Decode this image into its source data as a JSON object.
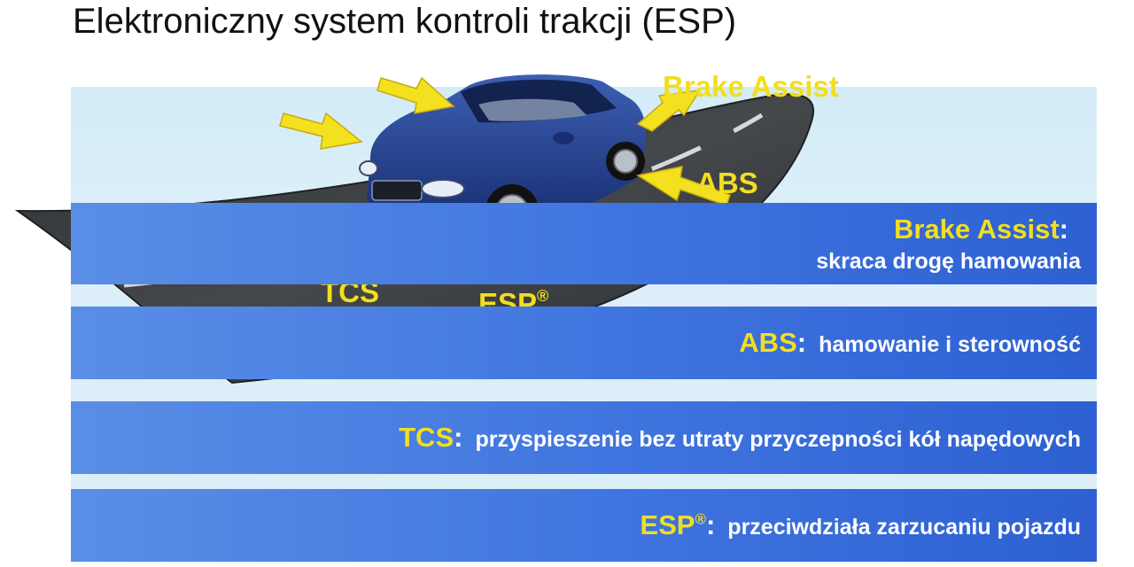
{
  "title": "Elektroniczny system kontroli trakcji (ESP)",
  "colors": {
    "accent": "#f2de1e",
    "band": "#3f74df",
    "road": "#3a3d40",
    "car": "#1e3a8a"
  },
  "diagram_labels": {
    "brake_assist": "Brake Assist",
    "abs": "ABS",
    "tcs": "TCS",
    "esp": "ESP",
    "registered": "®"
  },
  "bands": {
    "brake_assist": {
      "acronym": "Brake Assist",
      "colon": ":",
      "description": "skraca drogę hamowania"
    },
    "abs": {
      "acronym": "ABS",
      "colon": ":",
      "description": "hamowanie i sterowność"
    },
    "tcs": {
      "acronym": "TCS",
      "colon": ":",
      "description": "przyspieszenie bez utraty przyczepności kół napędowych"
    },
    "esp": {
      "acronym": "ESP",
      "registered": "®",
      "colon": ":",
      "description": "przeciwdziała zarzucaniu pojazdu"
    }
  }
}
